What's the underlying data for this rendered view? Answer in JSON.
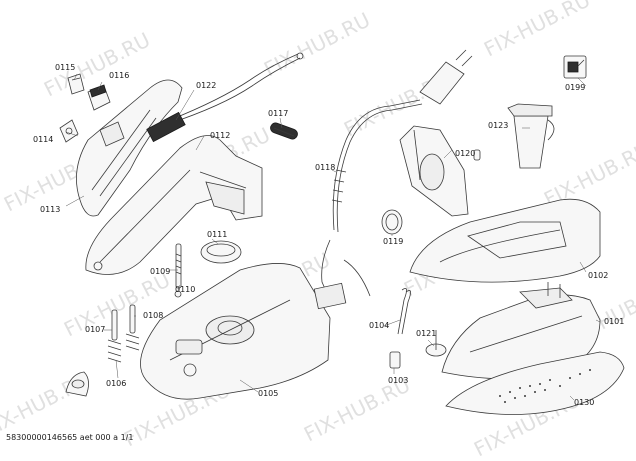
{
  "watermark": "FIX-HUB.RU",
  "footer_code": "58300000146565 aet 000 a 1/1",
  "parts": [
    {
      "id": "p0101",
      "number": "0101"
    },
    {
      "id": "p0102",
      "number": "0102"
    },
    {
      "id": "p0103",
      "number": "0103"
    },
    {
      "id": "p0104",
      "number": "0104"
    },
    {
      "id": "p0105",
      "number": "0105"
    },
    {
      "id": "p0106",
      "number": "0106"
    },
    {
      "id": "p0107",
      "number": "0107"
    },
    {
      "id": "p0108",
      "number": "0108"
    },
    {
      "id": "p0109",
      "number": "0109"
    },
    {
      "id": "p0110",
      "number": "0110"
    },
    {
      "id": "p0111",
      "number": "0111"
    },
    {
      "id": "p0112",
      "number": "0112"
    },
    {
      "id": "p0113",
      "number": "0113"
    },
    {
      "id": "p0114",
      "number": "0114"
    },
    {
      "id": "p0115",
      "number": "0115"
    },
    {
      "id": "p0116",
      "number": "0116"
    },
    {
      "id": "p0117",
      "number": "0117"
    },
    {
      "id": "p0118",
      "number": "0118"
    },
    {
      "id": "p0119",
      "number": "0119"
    },
    {
      "id": "p0120",
      "number": "0120"
    },
    {
      "id": "p0121",
      "number": "0121"
    },
    {
      "id": "p0122",
      "number": "0122"
    },
    {
      "id": "p0123",
      "number": "0123"
    },
    {
      "id": "p0130",
      "number": "0130"
    },
    {
      "id": "p0199",
      "number": "0199"
    }
  ]
}
